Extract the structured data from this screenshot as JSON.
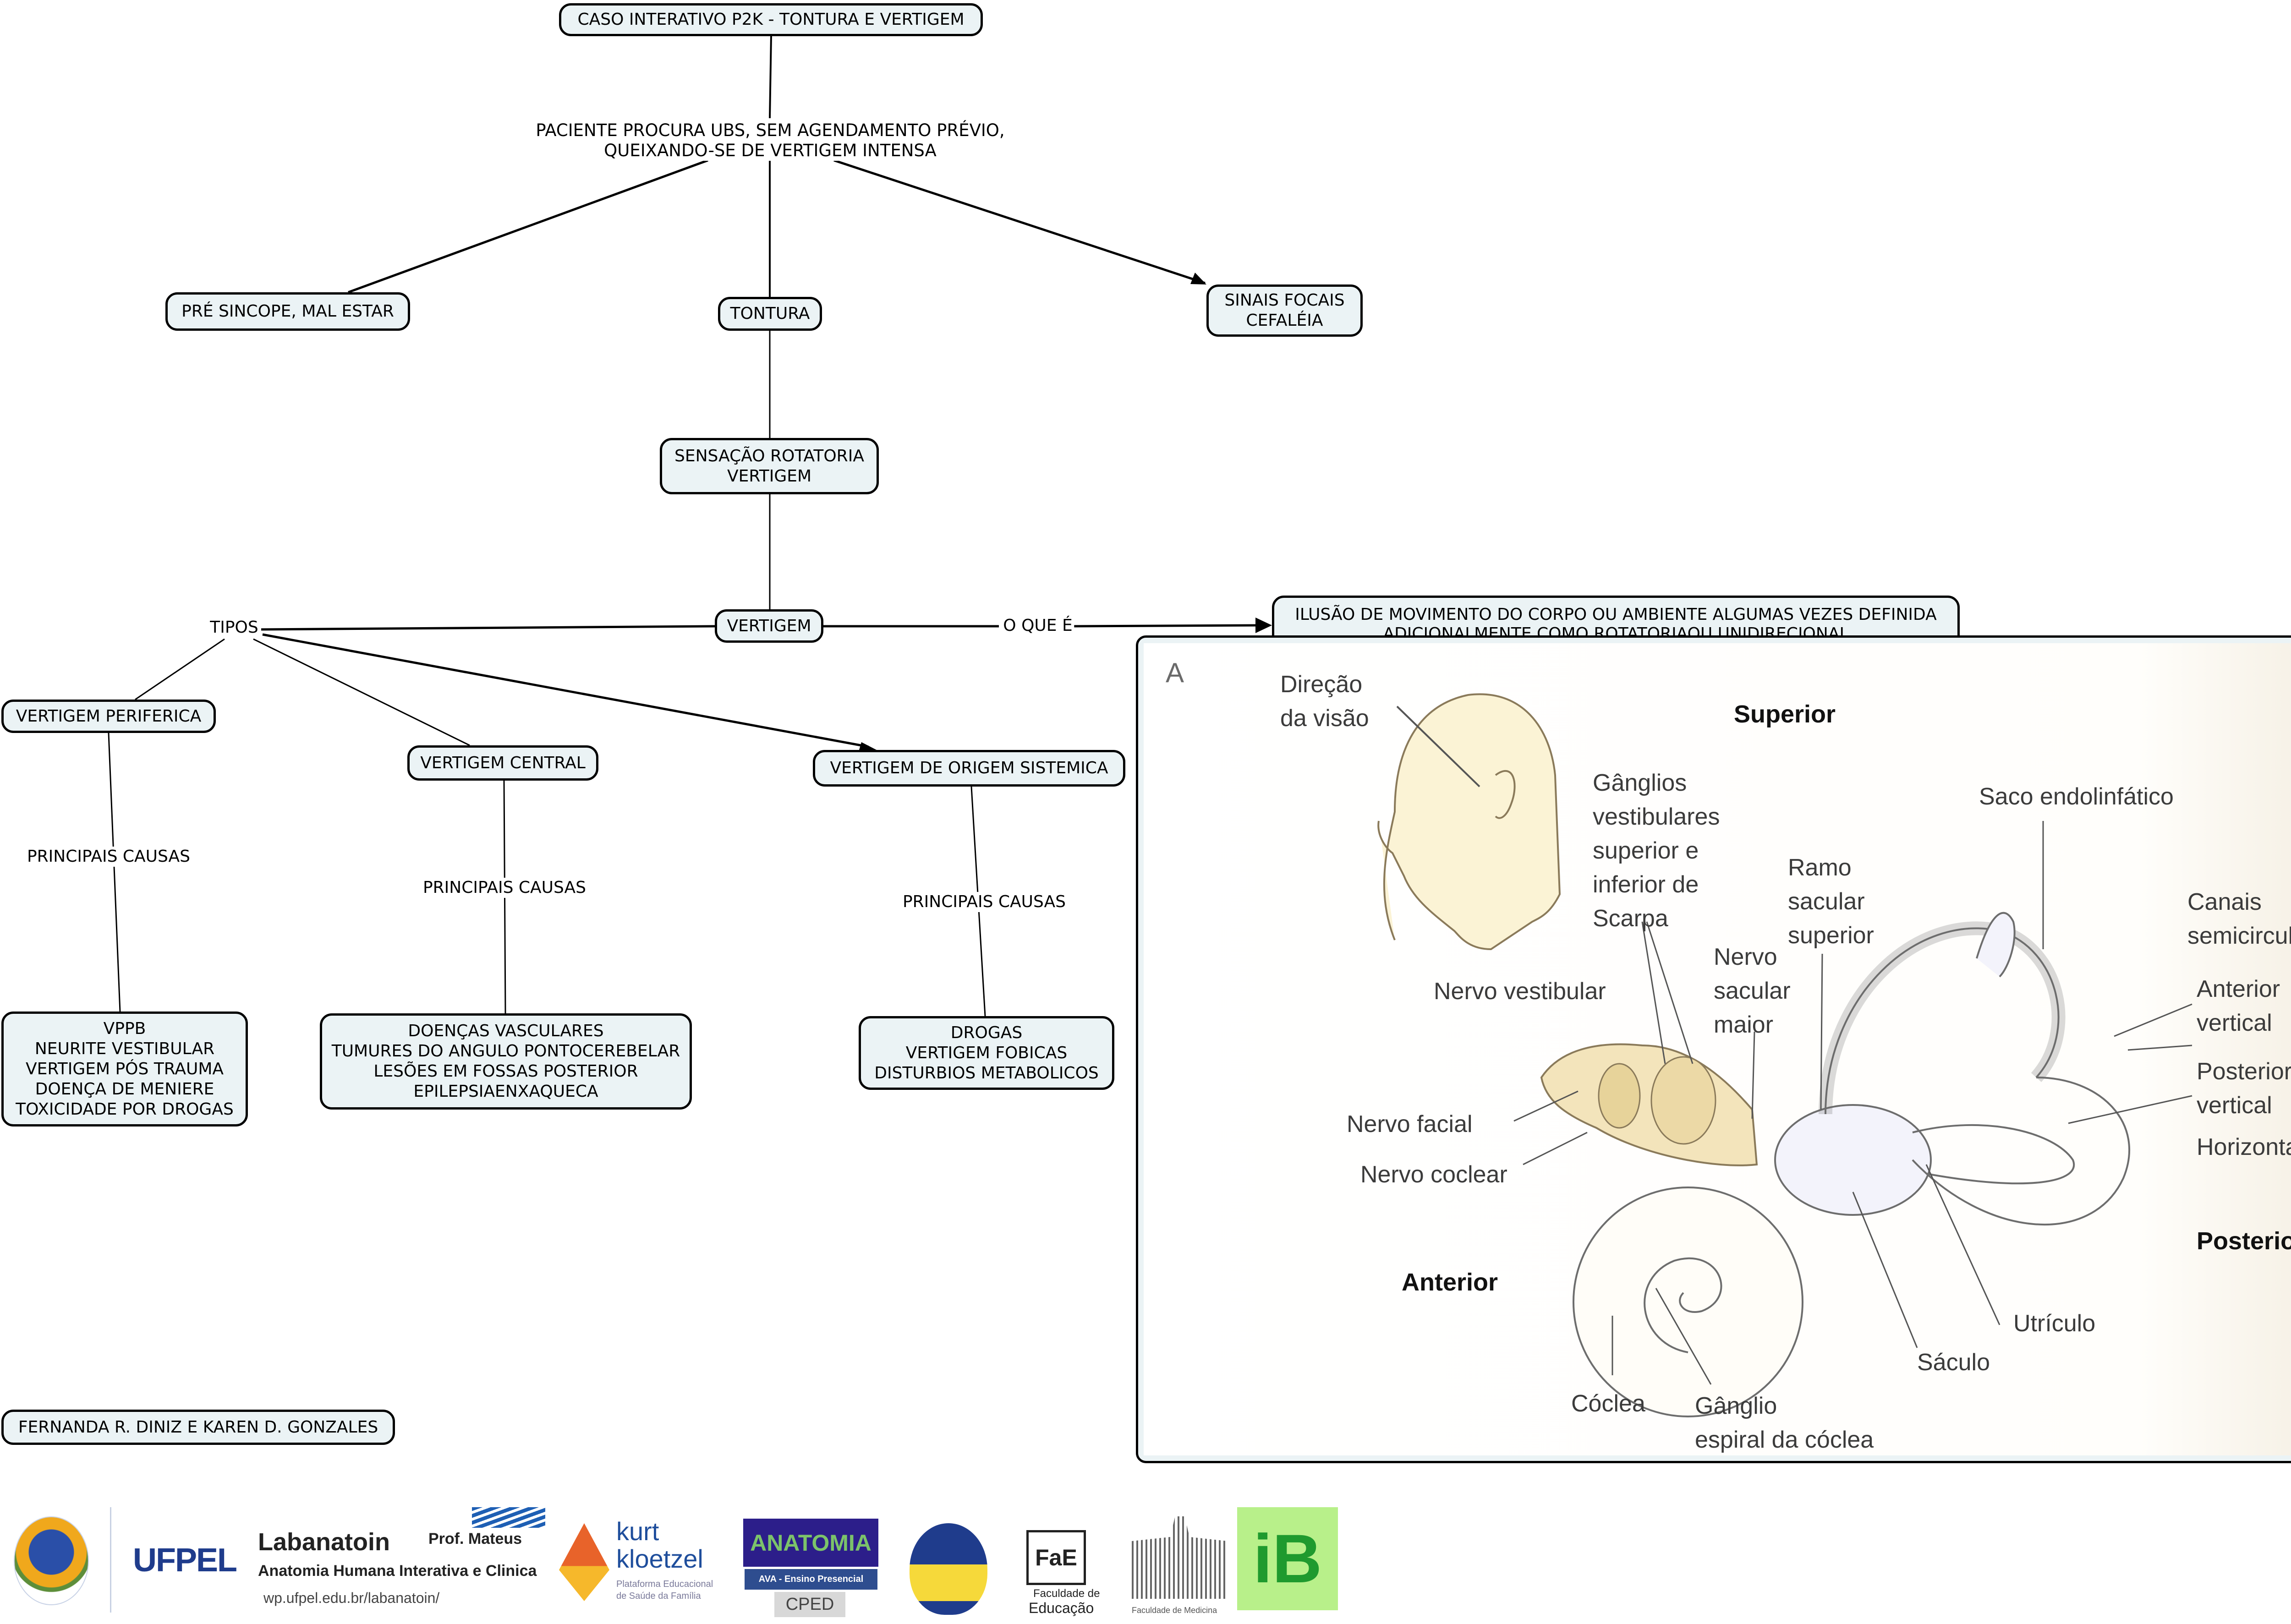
{
  "diagram": {
    "title": "CASO INTERATIVO P2K - TONTURA E VERTIGEM",
    "patient_prompt": "PACIENTE PROCURA UBS, SEM AGENDAMENTO PRÉVIO,\nQUEIXANDO-SE DE VERTIGEM INTENSA",
    "nodes": {
      "pre_sincope": "PRÉ SINCOPE, MAL ESTAR",
      "tontura": "TONTURA",
      "sinais_focais": "SINAIS FOCAIS\nCEFALÉIA",
      "sensacao_rotatoria": "SENSAÇÃO ROTATORIA\nVERTIGEM",
      "vertigem": "VERTIGEM",
      "definicao": "ILUSÃO DE MOVIMENTO DO CORPO OU AMBIENTE ALGUMAS VEZES DEFINIDA\nADICIONALMENTE COMO ROTATORIAOU UNIDIRECIONAL",
      "periferica": "VERTIGEM PERIFERICA",
      "central": "VERTIGEM CENTRAL",
      "sistemica": "VERTIGEM DE ORIGEM SISTEMICA",
      "causas_periferica": "VPPB\nNEURITE VESTIBULAR\nVERTIGEM PÓS TRAUMA\nDOENÇA DE MENIERE\nTOXICIDADE POR DROGAS",
      "causas_central": "DOENÇAS VASCULARES\nTUMURES DO ANGULO PONTOCEREBELAR\nLESÕES EM FOSSAS POSTERIOR\nEPILEPSIAENXAQUECA",
      "causas_sistemica": "DROGAS\nVERTIGEM FOBICAS\nDISTURBIOS METABOLICOS",
      "authors": "FERNANDA R. DINIZ E KAREN D. GONZALES"
    },
    "link_labels": {
      "tipos": "TIPOS",
      "o_que_e": "O QUE É",
      "principais_causas_1": "PRINCIPAIS CAUSAS",
      "principais_causas_2": "PRINCIPAIS CAUSAS",
      "principais_causas_3": "PRINCIPAIS CAUSAS"
    }
  },
  "anatomy_figure": {
    "panel_letter": "A",
    "labels": {
      "direcao_visao": "Direção\nda visão",
      "superior": "Superior",
      "ganglios": "Gânglios\nvestibulares\nsuperior e\ninferior de\nScarpa",
      "saco_endolinfatico": "Saco endolinfático",
      "ramo_sacular": "Ramo\nsacular\nsuperior",
      "canais": "Canais\nsemicirculares",
      "nervo_vestibular": "Nervo vestibular",
      "nervo_sacular": "Nervo\nsacular\nmaior",
      "anterior_vertical": "Anterior\nvertical",
      "posterior_vertical": "Posterior\nvertical",
      "horizontal": "Horizontal",
      "nervo_facial": "Nervo facial",
      "nervo_coclear": "Nervo coclear",
      "posterior": "Posterior",
      "anterior": "Anterior",
      "utriculo": "Utrículo",
      "saculo": "Sáculo",
      "coclea": "Cóclea",
      "ganglio_espiral": "Gânglio\nespiral da cóclea"
    }
  },
  "logos": {
    "ufpel": "UFPEL",
    "labanatoin": "Labanatoin",
    "prof": "Prof. Mateus",
    "labanatoin_sub": "Anatomia Humana Interativa e Clinica",
    "labanatoin_url": "wp.ufpel.edu.br/labanatoin/",
    "kurt_1": "kurt",
    "kurt_2": "kloetzel",
    "kurt_sub": "Plataforma Educacional\nde Saúde da Família",
    "anatomia": "ANATOMIA",
    "ava": "AVA - Ensino Presencial",
    "cped": "CPED",
    "fae_1": "Faculdade de",
    "fae_2": "Educação",
    "famed": "Faculdade de Medicina",
    "ib": "iB"
  },
  "colors": {
    "node_fill": "#ebf3f5",
    "stroke": "#000000",
    "ufpel_blue": "#1f3c8c",
    "ib_green": "#b8f08a"
  }
}
